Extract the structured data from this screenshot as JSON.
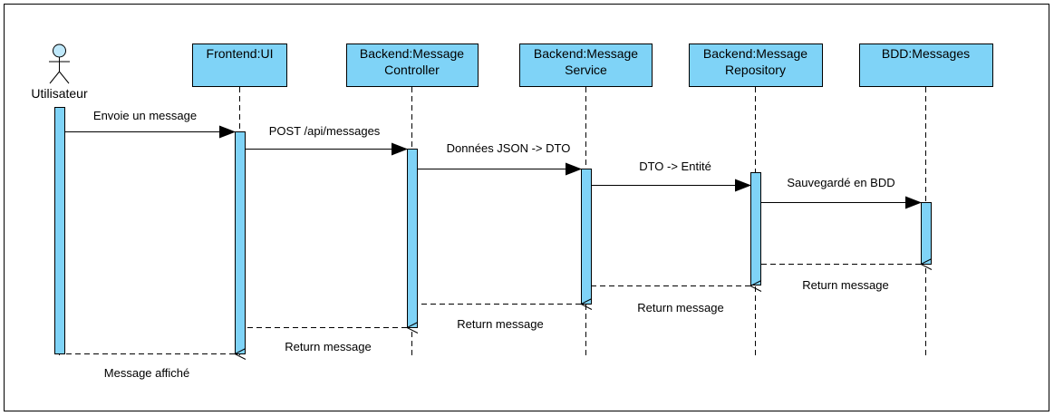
{
  "actor": {
    "label": "Utilisateur"
  },
  "participants": [
    {
      "line1": "Frontend:UI",
      "line2": ""
    },
    {
      "line1": "Backend:Message",
      "line2": "Controller"
    },
    {
      "line1": "Backend:Message",
      "line2": "Service"
    },
    {
      "line1": "Backend:Message",
      "line2": "Repository"
    },
    {
      "line1": "BDD:Messages",
      "line2": ""
    }
  ],
  "messages": [
    {
      "from": 0,
      "to": 1,
      "text": "Envoie un message",
      "kind": "call"
    },
    {
      "from": 1,
      "to": 2,
      "text": "POST /api/messages",
      "kind": "call"
    },
    {
      "from": 2,
      "to": 3,
      "text": "Données JSON -> DTO",
      "kind": "call"
    },
    {
      "from": 3,
      "to": 4,
      "text": "DTO -> Entité",
      "kind": "call"
    },
    {
      "from": 4,
      "to": 5,
      "text": "Sauvegardé en BDD",
      "kind": "call"
    },
    {
      "from": 5,
      "to": 4,
      "text": "Return message",
      "kind": "return"
    },
    {
      "from": 4,
      "to": 3,
      "text": "Return message",
      "kind": "return"
    },
    {
      "from": 3,
      "to": 2,
      "text": "Return message",
      "kind": "return"
    },
    {
      "from": 2,
      "to": 1,
      "text": "Return message",
      "kind": "return"
    },
    {
      "from": 1,
      "to": 0,
      "text": "Message affiché",
      "kind": "return"
    }
  ],
  "colors": {
    "box_fill": "#7fd3f7",
    "actor_head": "#bfe8fa",
    "line": "#000000",
    "frame": "#000000"
  }
}
